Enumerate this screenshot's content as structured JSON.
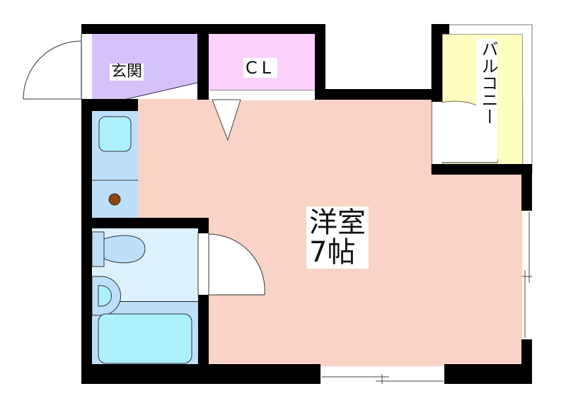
{
  "floor_plan": {
    "layout_type": "1R",
    "rooms": {
      "entrance": {
        "label": "玄関",
        "color": "#d6c2fb"
      },
      "closet": {
        "label": "CL",
        "color": "#fdd1fb"
      },
      "balcony": {
        "label": "バルコニー",
        "color": "#fffdc0"
      },
      "western_room": {
        "label_line1": "洋室",
        "label_line2": "7帖",
        "color": "#f9d3c6"
      },
      "kitchen": {
        "color": "#bddffa"
      },
      "washroom": {
        "color": "#ddf1fd"
      },
      "bathroom": {
        "color": "#bddffa"
      }
    },
    "fixtures": {
      "sink_color": "#acf0fc",
      "stove_color": "#8b4513",
      "tub_color": "#acf0fc",
      "toilet_color": "#bddffa"
    },
    "colors": {
      "wall": "#000000",
      "door_fill": "#ffffff",
      "line": "#444444"
    }
  }
}
